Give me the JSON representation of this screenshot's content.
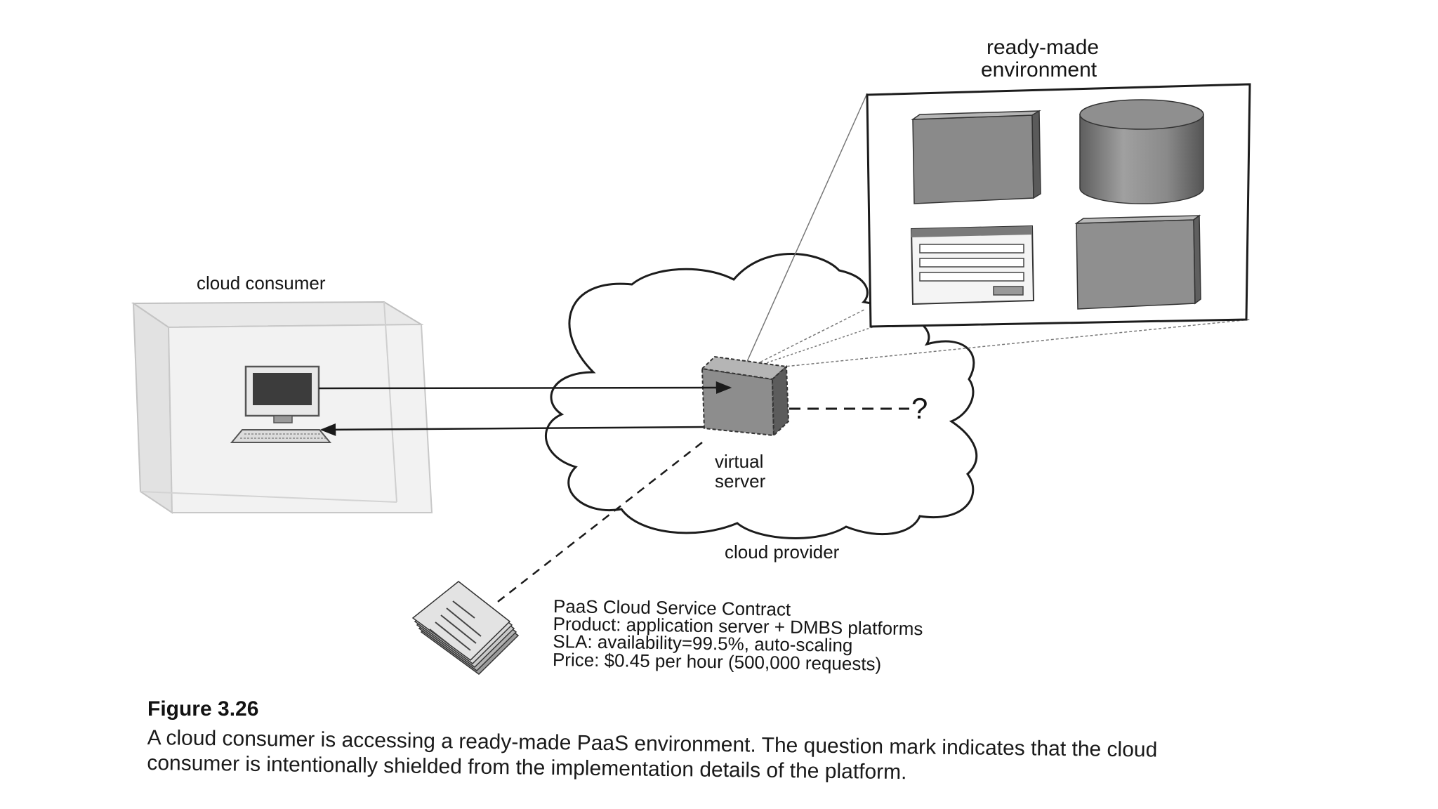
{
  "labels": {
    "ready_made_line1": "ready-made",
    "ready_made_line2": "environment",
    "cloud_consumer": "cloud consumer",
    "virtual_line1": "virtual",
    "virtual_line2": "server",
    "cloud_provider": "cloud provider",
    "question_mark": "?"
  },
  "contract": {
    "title": "PaaS Cloud Service Contract",
    "product": "Product: application server + DMBS platforms",
    "sla": "SLA: availability=99.5%, auto-scaling",
    "price": "Price: $0.45 per hour (500,000 requests)"
  },
  "caption": {
    "title": "Figure 3.26",
    "text": "A cloud consumer is accessing a ready-made PaaS environment. The question mark indicates that the cloud consumer is intentionally shielded from the implementation details of the platform."
  }
}
